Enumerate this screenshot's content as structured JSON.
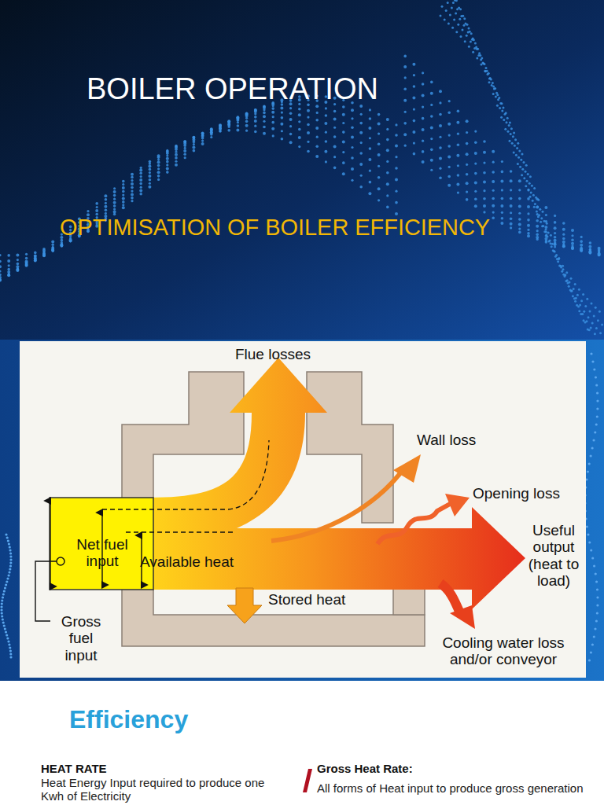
{
  "diagram": {
    "title": "BOILER OPERATION",
    "labels": [
      "OPTIMISATION OF BOILER EFFICIENCY",
      "Flue losses",
      "Wall loss",
      "Opening loss",
      "Useful output (heat to load)",
      "Net fuel input",
      "Available heat",
      "Stored heat",
      "Gross fuel input",
      "Cooling water loss and/or conveyor",
      "Efficiency",
      "HEAT RATE",
      "Heat Energy Input required to produce one Kwh of Electricity",
      "Gross Heat Rate:",
      "All forms of Heat input to produce gross generation"
    ]
  }
}
